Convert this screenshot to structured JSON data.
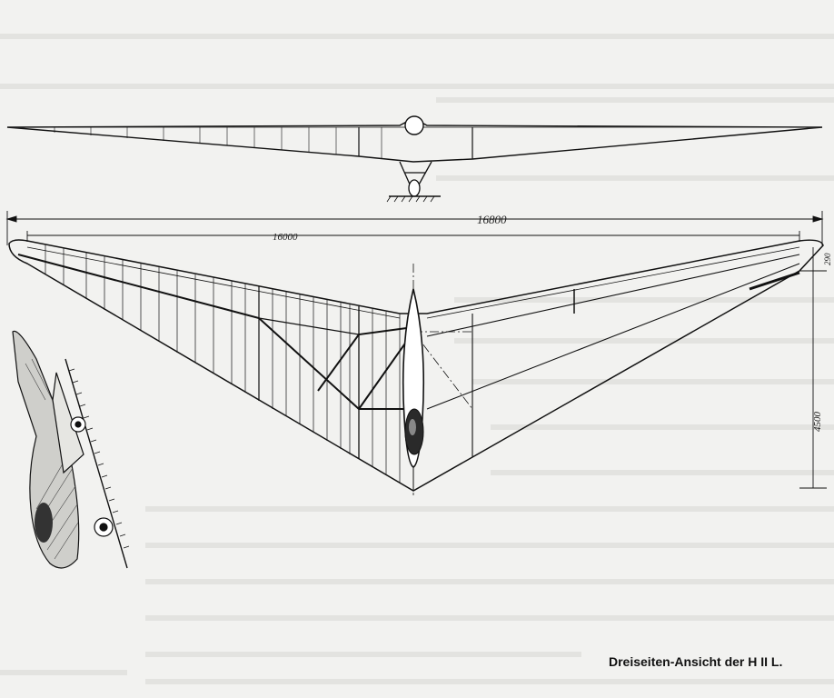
{
  "drawing": {
    "caption": "Dreiseiten-Ansicht der H II L.",
    "dimensions": {
      "overall_span": "16800",
      "inner_span": "16000",
      "length": "4500",
      "tip_height": "290"
    }
  }
}
